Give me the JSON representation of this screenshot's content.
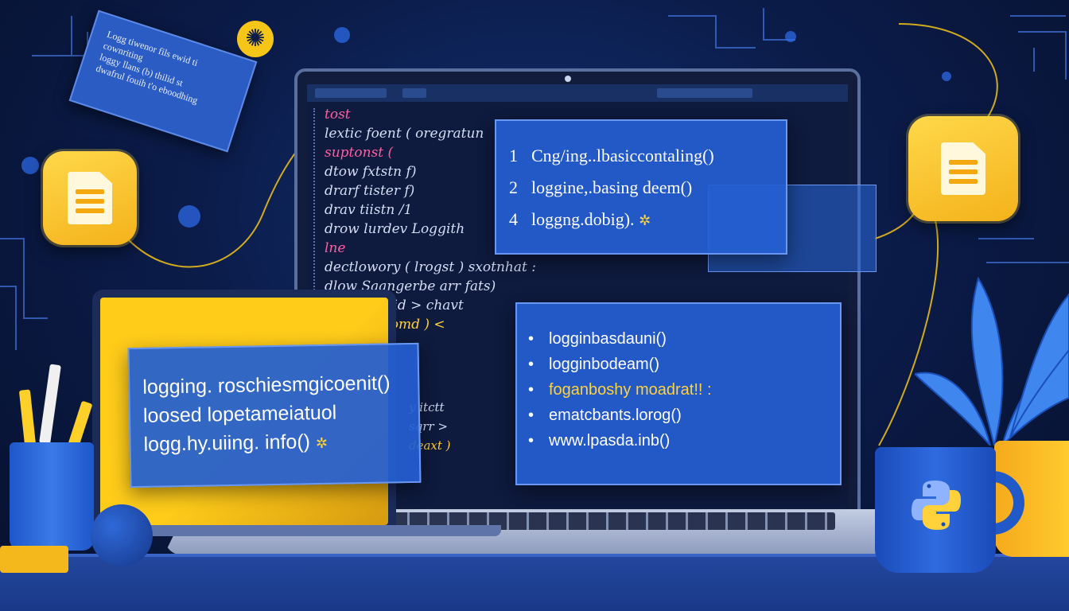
{
  "note": {
    "lines": [
      "Logg tiwenor fils ewid ti cownriting",
      "loggy llans (b) thilid st",
      "dwafrul fouih t'o eboodhing"
    ]
  },
  "icons": {
    "doc_left": "document-icon",
    "doc_right": "document-icon",
    "star": "sparkle-icon",
    "python": "python-logo-icon"
  },
  "editor": {
    "code_lines": [
      {
        "text": "tost",
        "color": "pink"
      },
      {
        "text": "lextic foent  ( oregratun",
        "color": "plain"
      },
      {
        "text": "suptonst  (",
        "color": "pink"
      },
      {
        "text": "    dtow  fxtstn  f)",
        "color": "plain"
      },
      {
        "text": "    drarf  tister  f)",
        "color": "plain"
      },
      {
        "text": "    drav  tiistn /1",
        "color": "plain"
      },
      {
        "text": "    drow  lurdev  Loggith",
        "color": "plain"
      },
      {
        "text": "lne",
        "color": "pink"
      },
      {
        "text": "    dectlowory  ( lrogst  ) sxotnhat  :",
        "color": "plain"
      },
      {
        "text": "    dlow  Saangerbe  arr  fats)",
        "color": "plain"
      },
      {
        "text": "    choilog  ysid  >  chavt",
        "color": "plain"
      },
      {
        "text": "    shily  redromd  ) <",
        "color": "yellow-mix"
      }
    ],
    "code_lower": [
      "y  itctt",
      "sqrr  >",
      "deaxt  )"
    ]
  },
  "panel_top": {
    "rows": [
      {
        "num": "1",
        "text": "Cng/ing..lbasiccontaling()"
      },
      {
        "num": "2",
        "text": "loggine,.basing deem()"
      },
      {
        "num": "4",
        "text": "loggng.dobig)."
      }
    ]
  },
  "panel_left": {
    "rows": [
      "logging. roschiesmgicoenit()",
      "loosed lopetameiatuol",
      "logg.hy.uiing. info()"
    ]
  },
  "panel_right": {
    "items": [
      {
        "text": "logginbasdauni()",
        "highlight": false
      },
      {
        "text": "logginbodeam()",
        "highlight": false
      },
      {
        "text": "foganboshy moadrat!! :",
        "highlight": true
      },
      {
        "text": "ematcbants.lorog()",
        "highlight": false
      },
      {
        "text": "www.lpasda.inb()",
        "highlight": false
      }
    ]
  },
  "colors": {
    "background": "#0b1c4a",
    "panel": "#245fd2",
    "accent_yellow": "#ffd23b",
    "accent_pink": "#ff5fa2"
  }
}
